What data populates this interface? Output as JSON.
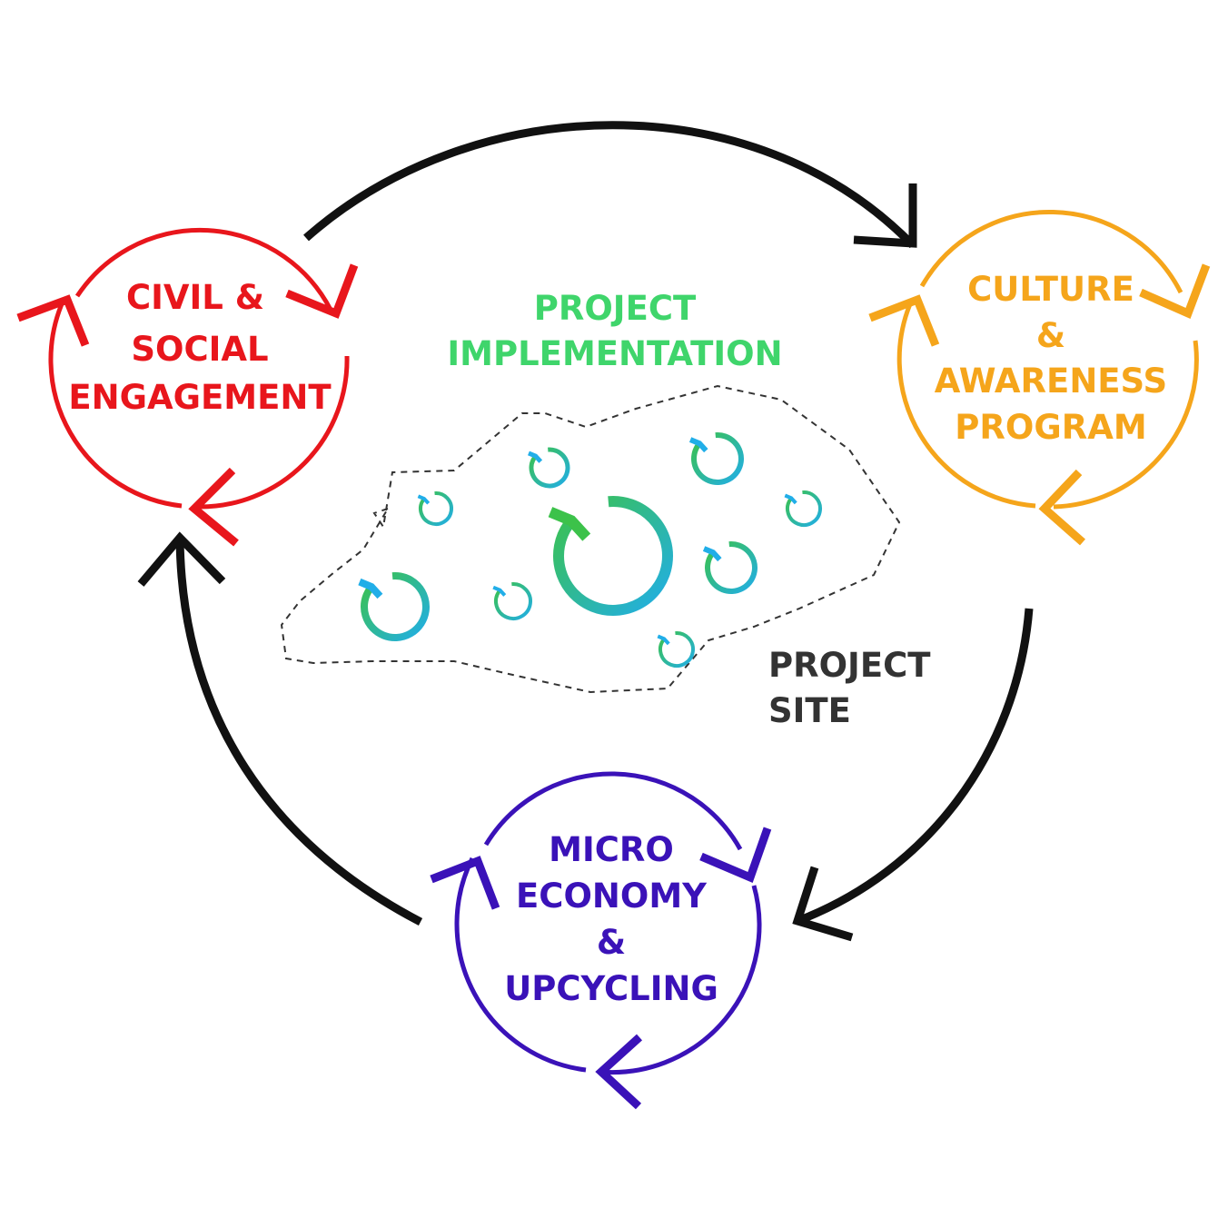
{
  "colors": {
    "civil": "#e8161c",
    "culture": "#f5a51b",
    "micro": "#3a12b8",
    "black": "#111111",
    "green": "#3cc24a",
    "blue": "#21aee8",
    "implementation": "#3fd56b",
    "site_text": "#333333"
  },
  "nodes": {
    "civil": {
      "lines": [
        "CIVIL &",
        "SOCIAL",
        "ENGAGEMENT"
      ]
    },
    "culture": {
      "lines": [
        "CULTURE",
        "&",
        "AWARENESS",
        "PROGRAM"
      ]
    },
    "micro": {
      "lines": [
        "MICRO",
        "ECONOMY",
        "&",
        "UPCYCLING"
      ]
    }
  },
  "implementation": {
    "lines": [
      "PROJECT",
      "IMPLEMENTATION"
    ]
  },
  "site": {
    "lines": [
      "PROJECT",
      "SITE"
    ]
  },
  "icons": {
    "big_cycle": "refresh-cycle-icon",
    "small_cycle": "cycle-icon"
  }
}
